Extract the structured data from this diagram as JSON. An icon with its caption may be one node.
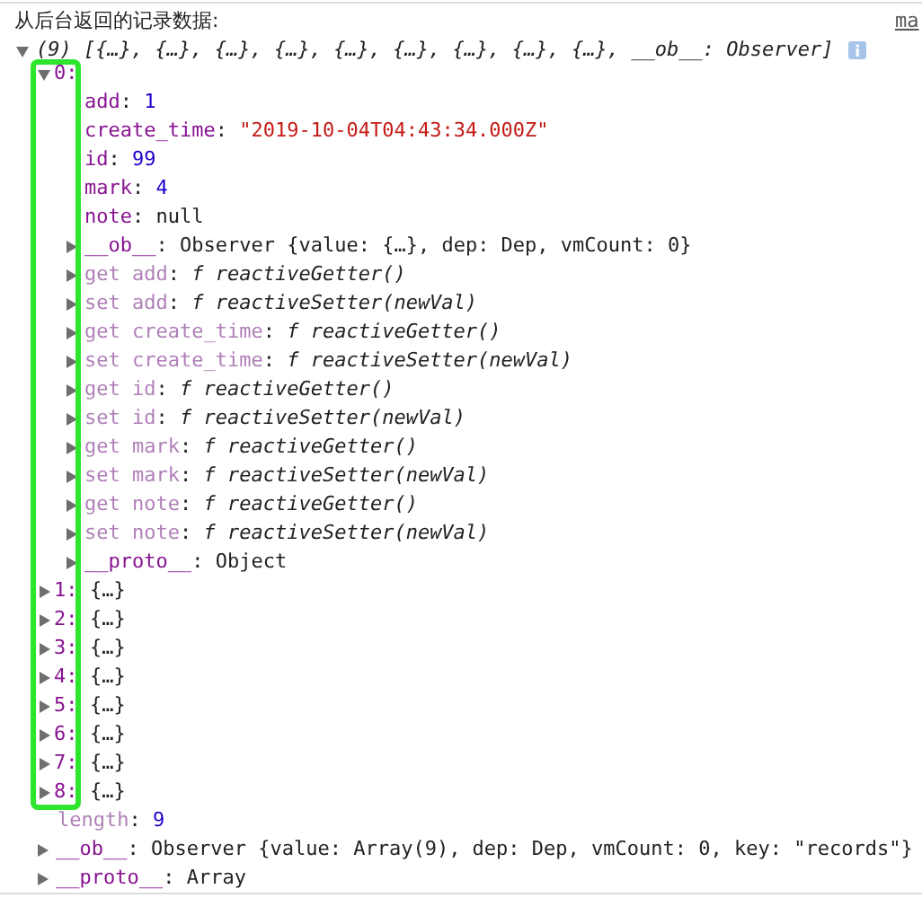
{
  "diagram": {
    "nodes": [
      {
        "text": [
          "0:",
          "1:",
          "2:",
          "3:",
          "4:",
          "5:",
          "6:",
          "7:",
          "8:"
        ]
      }
    ],
    "edges": [],
    "labels": [
      "从后台返回的记录数据:",
      "ma",
      "(9) [{…}, {…}, {…}, {…}, {…}, {…}, {…}, {…}, {…}, __ob__: Observer]",
      "add: 1",
      "create_time: \"2019-10-04T04:43:34.000Z\"",
      "id: 99",
      "mark: 4",
      "note: null",
      "__ob__: Observer {value: {…}, dep: Dep, vmCount: 0}",
      "get add: f reactiveGetter()",
      "set add: f reactiveSetter(newVal)",
      "get create_time: f reactiveGetter()",
      "set create_time: f reactiveSetter(newVal)",
      "get id: f reactiveGetter()",
      "set id: f reactiveSetter(newVal)",
      "get mark: f reactiveGetter()",
      "set mark: f reactiveSetter(newVal)",
      "get note: f reactiveGetter()",
      "set note: f reactiveSetter(newVal)",
      "__proto__: Object",
      "{…}",
      "{…}",
      "{…}",
      "{…}",
      "{…}",
      "{…}",
      "{…}",
      "{…}",
      "length: 9",
      "__ob__: Observer {value: Array(9), dep: Dep, vmCount: 0, key: \"records\"}",
      "__proto__: Array"
    ]
  }
}
